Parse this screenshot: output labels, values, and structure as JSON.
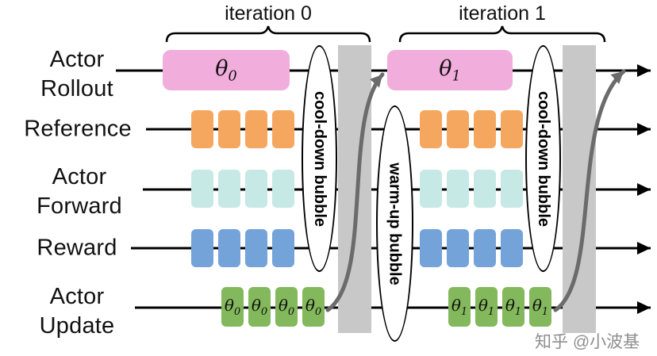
{
  "rows": [
    {
      "label": "Actor\nRollout"
    },
    {
      "label": "Reference"
    },
    {
      "label": "Actor\nForward"
    },
    {
      "label": "Reward"
    },
    {
      "label": "Actor\nUpdate"
    }
  ],
  "iterations": [
    {
      "label": "iteration 0",
      "rollout_theta": {
        "base": "θ",
        "sub": "0"
      },
      "cooldown_label": "cool-down bubble",
      "update_thetas": [
        {
          "base": "θ",
          "sub": "0"
        },
        {
          "base": "θ",
          "sub": "0"
        },
        {
          "base": "θ",
          "sub": "0"
        },
        {
          "base": "θ",
          "sub": "0"
        }
      ]
    },
    {
      "label": "iteration 1",
      "rollout_theta": {
        "base": "θ",
        "sub": "1"
      },
      "cooldown_label": "cool-down bubble",
      "update_thetas": [
        {
          "base": "θ",
          "sub": "1"
        },
        {
          "base": "θ",
          "sub": "1"
        },
        {
          "base": "θ",
          "sub": "1"
        },
        {
          "base": "θ",
          "sub": "1"
        }
      ]
    }
  ],
  "warmup_bubble_label": "warm-up bubble",
  "watermark": "知乎 @小波基",
  "colors": {
    "rollout": "#f1aedd",
    "reference": "#f6a75f",
    "forward": "#c6e9e5",
    "reward": "#74a3da",
    "update": "#83b85c",
    "idle": "#c8c8c8",
    "arrow": "#6b6b6b"
  }
}
